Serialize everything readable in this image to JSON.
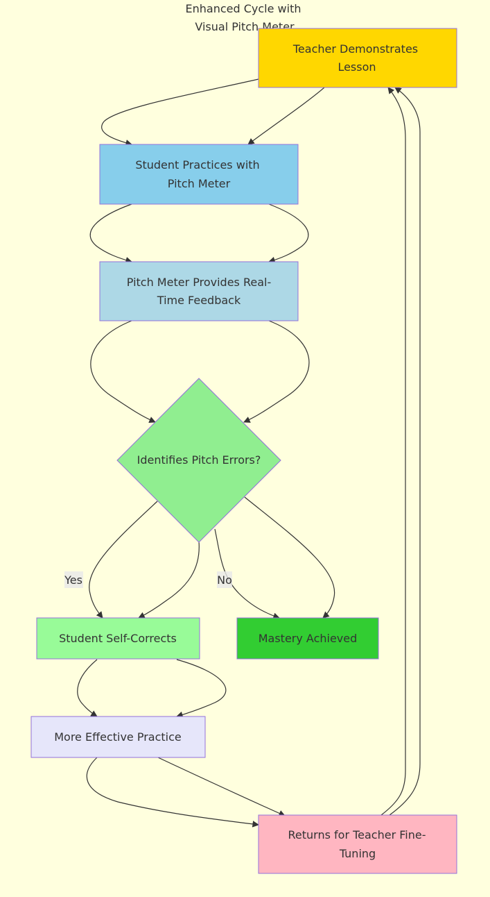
{
  "title": {
    "line1": "Enhanced Cycle with",
    "line2": "Visual Pitch Meter"
  },
  "nodes": {
    "teacher_demonstrates": {
      "line1": "Teacher Demonstrates",
      "line2": "Lesson",
      "fill": "#FFD700"
    },
    "student_practices": {
      "line1": "Student Practices with",
      "line2": "Pitch Meter",
      "fill": "#87CEEB"
    },
    "pitch_feedback": {
      "line1": "Pitch Meter Provides Real-",
      "line2": "Time Feedback",
      "fill": "#ADD8E6"
    },
    "identifies_errors": {
      "label": "Identifies Pitch Errors?",
      "fill": "#90EE90"
    },
    "self_corrects": {
      "label": "Student Self-Corrects",
      "fill": "#98FB98"
    },
    "mastery": {
      "label": "Mastery Achieved",
      "fill": "#32CD32"
    },
    "effective_practice": {
      "label": "More Effective Practice",
      "fill": "#E6E6FA"
    },
    "fine_tuning": {
      "line1": "Returns for Teacher Fine-",
      "line2": "Tuning",
      "fill": "#FFB6C1"
    }
  },
  "edge_labels": {
    "yes": "Yes",
    "no": "No"
  }
}
